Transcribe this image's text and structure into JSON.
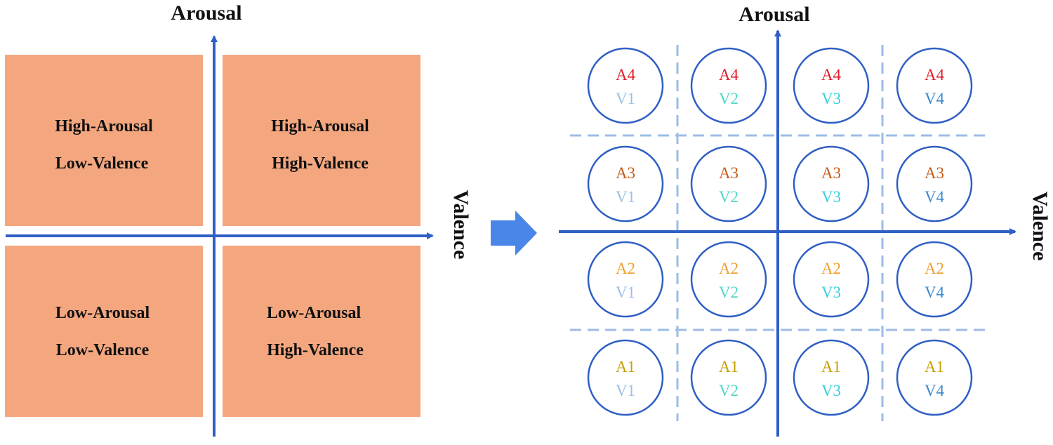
{
  "left": {
    "y_axis_label": "Arousal",
    "x_axis_label": "Valence",
    "quadrants": [
      {
        "line1": "High-Arousal",
        "line2": "Low-Valence"
      },
      {
        "line1": "High-Arousal",
        "line2": "High-Valence"
      },
      {
        "line1": "Low-Arousal",
        "line2": "Low-Valence"
      },
      {
        "line1": "Low-Arousal",
        "line2": "High-Valence"
      }
    ]
  },
  "right": {
    "y_axis_label": "Arousal",
    "x_axis_label": "Valence",
    "rows": [
      {
        "arousal": "A4",
        "cells": [
          "V1",
          "V2",
          "V3",
          "V4"
        ]
      },
      {
        "arousal": "A3",
        "cells": [
          "V1",
          "V2",
          "V3",
          "V4"
        ]
      },
      {
        "arousal": "A2",
        "cells": [
          "V1",
          "V2",
          "V3",
          "V4"
        ]
      },
      {
        "arousal": "A1",
        "cells": [
          "V1",
          "V2",
          "V3",
          "V4"
        ]
      }
    ]
  },
  "colors": {
    "quadrant_fill": "#f4a77f",
    "axis": "#2f5fc4",
    "circle": "#2f5fc4",
    "dashed_grid": "#9dbce6",
    "arrow": "#4a86e8",
    "A4": "#e0202a",
    "A3": "#c85a18",
    "A2": "#f0a030",
    "A1": "#c8a000",
    "V1": "#9dbfe6",
    "V2": "#4fd7c6",
    "V3": "#3ad0dc",
    "V4": "#3c8ad0"
  }
}
